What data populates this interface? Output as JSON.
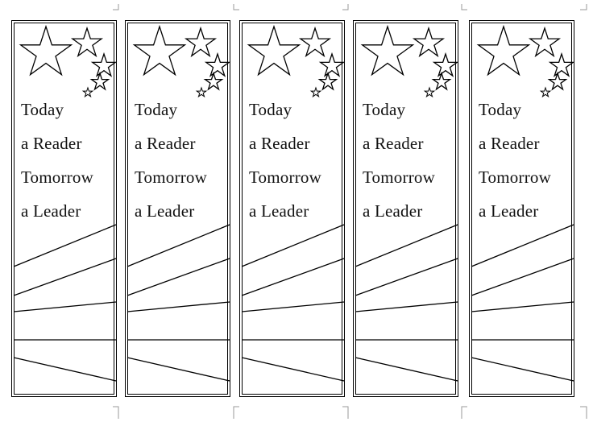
{
  "bookmarks": [
    {
      "lines": [
        "Today",
        "a Reader",
        "Tomorrow",
        "a Leader"
      ],
      "icons": [
        "star-icon",
        "star-icon",
        "star-icon",
        "star-icon",
        "star-icon"
      ]
    },
    {
      "lines": [
        "Today",
        "a Reader",
        "Tomorrow",
        "a Leader"
      ],
      "icons": [
        "star-icon",
        "star-icon",
        "star-icon",
        "star-icon",
        "star-icon"
      ]
    },
    {
      "lines": [
        "Today",
        "a Reader",
        "Tomorrow",
        "a Leader"
      ],
      "icons": [
        "star-icon",
        "star-icon",
        "star-icon",
        "star-icon",
        "star-icon"
      ]
    },
    {
      "lines": [
        "Today",
        "a Reader",
        "Tomorrow",
        "a Leader"
      ],
      "icons": [
        "star-icon",
        "star-icon",
        "star-icon",
        "star-icon",
        "star-icon"
      ]
    },
    {
      "lines": [
        "Today",
        "a Reader",
        "Tomorrow",
        "a Leader"
      ],
      "icons": [
        "star-icon",
        "star-icon",
        "star-icon",
        "star-icon",
        "star-icon"
      ]
    }
  ],
  "colors": {
    "ink": "#000000",
    "paper": "#ffffff",
    "crop_mark": "#9a9a9a"
  }
}
